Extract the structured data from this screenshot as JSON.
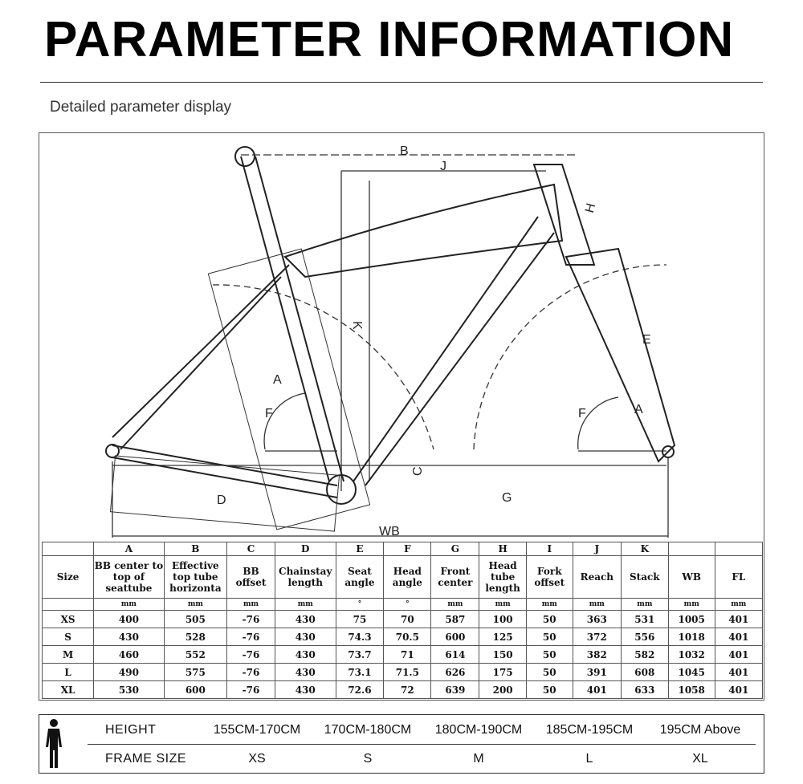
{
  "header": {
    "title": "PARAMETER INFORMATION",
    "subtitle": "Detailed parameter display"
  },
  "diagram": {
    "labels": {
      "A": "A",
      "B": "B",
      "C": "C",
      "D": "D",
      "E": "E",
      "F": "F",
      "G": "G",
      "H": "H",
      "J": "J",
      "K": "K",
      "WB": "WB"
    }
  },
  "table": {
    "letters": [
      "",
      "A",
      "B",
      "C",
      "D",
      "E",
      "F",
      "G",
      "H",
      "I",
      "J",
      "K",
      "",
      ""
    ],
    "headers": [
      "Size",
      "BB center to top of seattube",
      "Effective top tube horizonta",
      "BB offset",
      "Chainstay length",
      "Seat angle",
      "Head angle",
      "Front center",
      "Head tube length",
      "Fork offset",
      "Reach",
      "Stack",
      "WB",
      "FL"
    ],
    "units": [
      "",
      "mm",
      "mm",
      "mm",
      "mm",
      "°",
      "°",
      "mm",
      "mm",
      "mm",
      "mm",
      "mm",
      "mm",
      "mm"
    ],
    "rows": [
      [
        "XS",
        "400",
        "505",
        "-76",
        "430",
        "75",
        "70",
        "587",
        "100",
        "50",
        "363",
        "531",
        "1005",
        "401"
      ],
      [
        "S",
        "430",
        "528",
        "-76",
        "430",
        "74.3",
        "70.5",
        "600",
        "125",
        "50",
        "372",
        "556",
        "1018",
        "401"
      ],
      [
        "M",
        "460",
        "552",
        "-76",
        "430",
        "73.7",
        "71",
        "614",
        "150",
        "50",
        "382",
        "582",
        "1032",
        "401"
      ],
      [
        "L",
        "490",
        "575",
        "-76",
        "430",
        "73.1",
        "71.5",
        "626",
        "175",
        "50",
        "391",
        "608",
        "1045",
        "401"
      ],
      [
        "XL",
        "530",
        "600",
        "-76",
        "430",
        "72.6",
        "72",
        "639",
        "200",
        "50",
        "401",
        "633",
        "1058",
        "401"
      ]
    ]
  },
  "size_guide": {
    "height_label": "HEIGHT",
    "heights": [
      "155CM-170CM",
      "170CM-180CM",
      "180CM-190CM",
      "185CM-195CM",
      "195CM Above"
    ],
    "frame_label": "FRAME SIZE",
    "frames": [
      "XS",
      "S",
      "M",
      "L",
      "XL"
    ]
  }
}
